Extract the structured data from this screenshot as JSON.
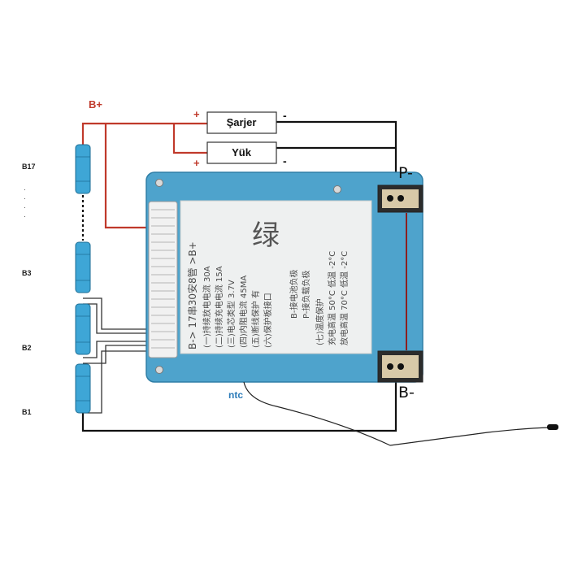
{
  "diagram": {
    "supply_label": "B+",
    "charger_label": "Şarjer",
    "load_label": "Yük",
    "plus_sign": "+",
    "minus_sign": "-",
    "p_minus_label": "P-",
    "b_minus_label": "B-",
    "ntc_label": "ntc",
    "cells": [
      {
        "label": "B17"
      },
      {
        "label": "B3"
      },
      {
        "label": "B2"
      },
      {
        "label": "B1"
      }
    ],
    "ellipsis": "·\n·\n·\n·"
  },
  "board": {
    "title_line": "B-> 17串30安8管 >B+",
    "spec_lines": [
      "(一)持续放电电流 30A",
      "(二)持续充电电流 15A",
      "(三)电芯类型 3.7V",
      "(四)内阻电流 45MA",
      "(五)断线保护 有",
      "(六)保护板接口"
    ],
    "right_lines": [
      "B-接电池负极",
      "P-接负载负极",
      "(七)温度保护",
      "充电高温 50°C 低温 -2°C",
      "放电高温 70°C 低温 -2°C"
    ],
    "mark": "绿"
  },
  "colors": {
    "wire_positive": "#c0392b",
    "wire_negative": "#111111",
    "cell": "#3ea6d6",
    "board": "#4ea3cc",
    "ntc": "#2b7bb9"
  }
}
